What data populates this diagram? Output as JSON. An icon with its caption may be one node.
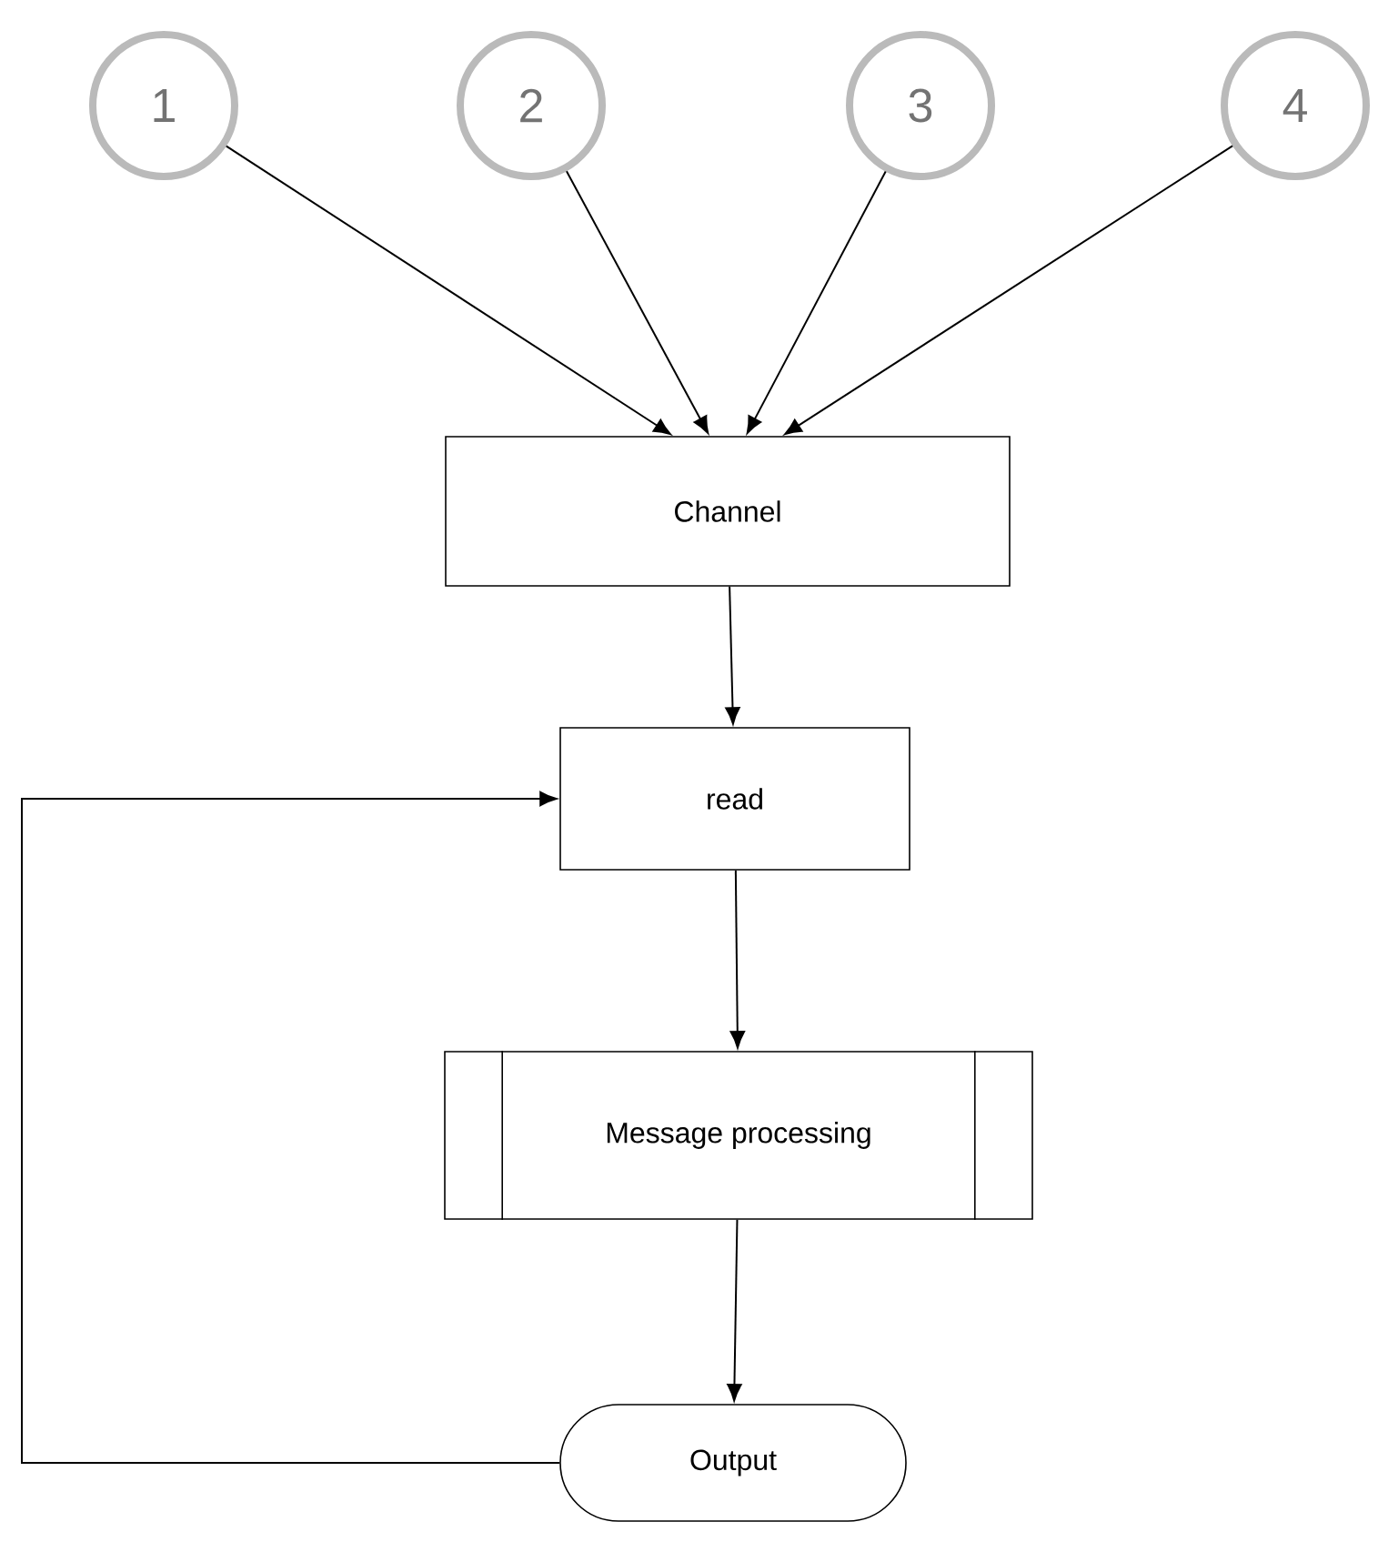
{
  "diagram": {
    "nodes": [
      {
        "text": [
          "1"
        ]
      },
      {
        "text": [
          "2"
        ]
      },
      {
        "text": [
          "3"
        ]
      },
      {
        "text": [
          "4"
        ]
      },
      {
        "text": [
          "Channel"
        ]
      },
      {
        "text": [
          "read"
        ]
      },
      {
        "text": [
          "Message processing"
        ]
      },
      {
        "text": [
          "Output"
        ]
      }
    ],
    "edges": [
      {
        "from": 0,
        "to": 4,
        "arrow": "to"
      },
      {
        "from": 1,
        "to": 4,
        "arrow": "to"
      },
      {
        "from": 2,
        "to": 4,
        "arrow": "to"
      },
      {
        "from": 3,
        "to": 4,
        "arrow": "to"
      },
      {
        "from": 4,
        "to": 5,
        "arrow": "to"
      },
      {
        "from": 5,
        "to": 6,
        "arrow": "to"
      },
      {
        "from": 6,
        "to": 7,
        "arrow": "to"
      },
      {
        "from": 7,
        "to": 5,
        "arrow": "to"
      }
    ]
  }
}
